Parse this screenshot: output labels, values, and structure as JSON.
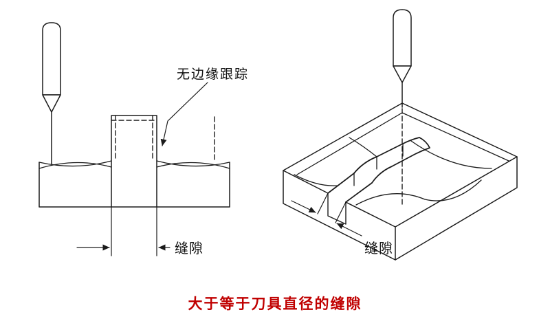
{
  "colors": {
    "line": "#1b1b1b",
    "caption_red": "#c00000",
    "background": "#ffffff"
  },
  "left_diagram": {
    "callout_label": "无边缘跟踪",
    "dimension_label": "缝隙"
  },
  "right_diagram": {
    "dimension_label": "缝隙"
  },
  "caption": {
    "text": "大于等于刀具直径的缝隙"
  }
}
